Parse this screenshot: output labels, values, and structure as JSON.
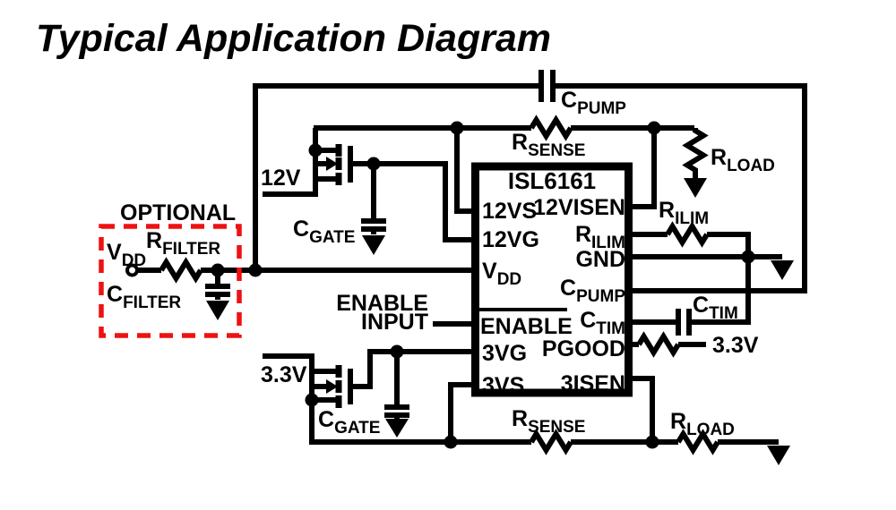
{
  "page": {
    "title": "Typical Application Diagram"
  },
  "colors": {
    "ink": "#000000",
    "background": "#ffffff",
    "optional_box_red": "#ee1111"
  },
  "ic": {
    "name": "ISL6161",
    "left_pins": [
      {
        "label": "12VS"
      },
      {
        "label": "12VG"
      },
      {
        "base": "V",
        "sub": "DD"
      },
      {
        "label": "ENABLE",
        "overline": true
      },
      {
        "label": "3VG"
      },
      {
        "label": "3VS"
      }
    ],
    "right_pins": [
      {
        "label": "12VISEN"
      },
      {
        "base": "R",
        "sub": "ILIM"
      },
      {
        "label": "GND"
      },
      {
        "base": "C",
        "sub": "PUMP"
      },
      {
        "base": "C",
        "sub": "TIM"
      },
      {
        "label": "PGOOD"
      },
      {
        "label": "3ISEN"
      }
    ]
  },
  "components": {
    "c_pump": {
      "base": "C",
      "sub": "PUMP"
    },
    "r_sense_12v": {
      "base": "R",
      "sub": "SENSE"
    },
    "r_load_12v": {
      "base": "R",
      "sub": "LOAD"
    },
    "r_ilim": {
      "base": "R",
      "sub": "ILIM"
    },
    "c_tim": {
      "base": "C",
      "sub": "TIM"
    },
    "c_gate_12v": {
      "base": "C",
      "sub": "GATE"
    },
    "r_filter": {
      "base": "R",
      "sub": "FILTER"
    },
    "c_filter": {
      "base": "C",
      "sub": "FILTER"
    },
    "c_gate_3v": {
      "base": "C",
      "sub": "GATE"
    },
    "r_sense_3v": {
      "base": "R",
      "sub": "SENSE"
    },
    "r_load_3v": {
      "base": "R",
      "sub": "LOAD"
    }
  },
  "nets": {
    "optional": "OPTIONAL",
    "vdd_input": {
      "base": "V",
      "sub": "DD"
    },
    "supply_12v": "12V",
    "supply_3v3_fet": "3.3V",
    "pgood_pullup": "3.3V",
    "enable_line1": "ENABLE",
    "enable_line2": "INPUT"
  }
}
